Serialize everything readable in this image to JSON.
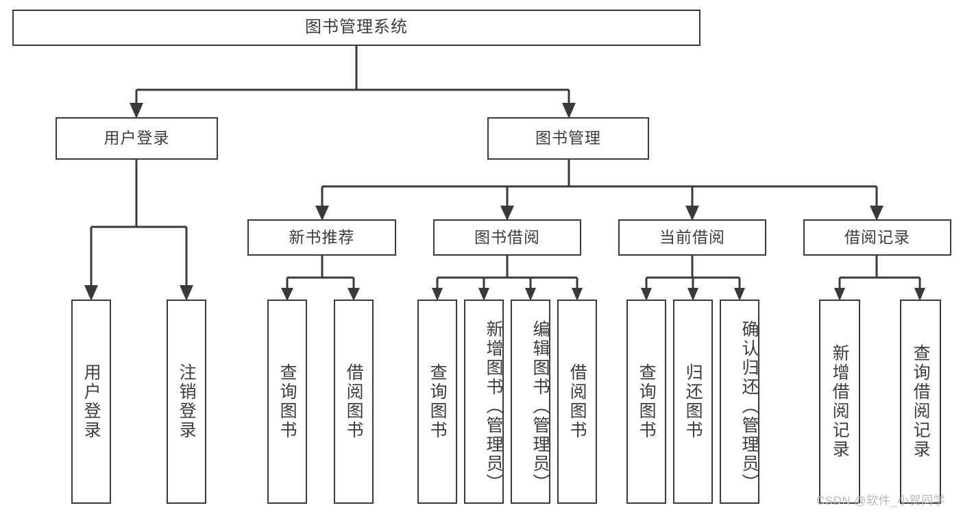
{
  "diagram": {
    "title": "图书管理系统",
    "watermark": "CSDN @软件_小贺同学",
    "colors": {
      "stroke": "#3a3a3a",
      "text": "#3c3c3c",
      "background": "#ffffff",
      "watermark": "#b8b8b8"
    },
    "levels": {
      "root": {
        "label": "图书管理系统"
      },
      "level2": [
        {
          "label": "用户登录"
        },
        {
          "label": "图书管理"
        }
      ],
      "level3": [
        {
          "label": "新书推荐"
        },
        {
          "label": "图书借阅"
        },
        {
          "label": "当前借阅"
        },
        {
          "label": "借阅记录"
        }
      ],
      "leaves": {
        "user_login": [
          {
            "label": "用户登录"
          },
          {
            "label": "注销登录"
          }
        ],
        "new_book_recommend": [
          {
            "label": "查询图书"
          },
          {
            "label": "借阅图书"
          }
        ],
        "book_borrow": [
          {
            "label": "查询图书"
          },
          {
            "label": "新增图书（管理员）"
          },
          {
            "label": "编辑图书（管理员）"
          },
          {
            "label": "借阅图书"
          }
        ],
        "current_borrow": [
          {
            "label": "查询图书"
          },
          {
            "label": "归还图书"
          },
          {
            "label": "确认归还（管理员）"
          }
        ],
        "borrow_record": [
          {
            "label": "新增借阅记录"
          },
          {
            "label": "查询借阅记录"
          }
        ]
      }
    }
  }
}
